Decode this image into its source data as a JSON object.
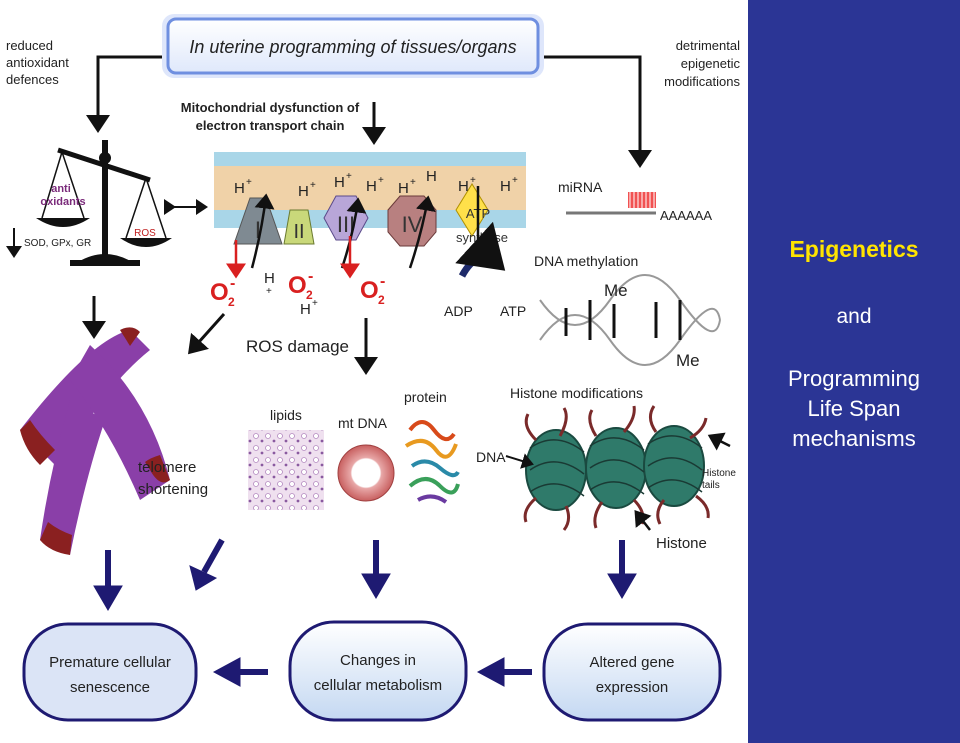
{
  "colors": {
    "slide_background": "#2b3595",
    "title_yellow": "#ffe400",
    "arrow_navy": "#1e1a72",
    "membrane_blue": "#a9d6e8",
    "membrane_tan": "#f0d2a8",
    "ros_red": "#d92020",
    "chromosome_purple": "#8a3fa8",
    "nucleosome_teal": "#2f7a6a"
  },
  "slide": {
    "title": "Epigenetics",
    "and": "and",
    "subtitle_lines": [
      "Programming",
      "Life Span",
      "mechanisms"
    ]
  },
  "diagram": {
    "header": "In uterine programming of tissues/organs",
    "left_label": [
      "reduced",
      "antioxidant",
      "defences"
    ],
    "right_label": [
      "detrimental",
      "epigenetic",
      "modifications"
    ],
    "mito_label": [
      "Mitochondrial dysfunction of",
      "electron transport chain"
    ],
    "scale": {
      "left_pan": [
        "anti",
        "oxidants"
      ],
      "right_pan": "ROS",
      "enzymes": "SOD, GPx, GR"
    },
    "complexes": [
      "I",
      "II",
      "III",
      "IV"
    ],
    "atp_synthase": [
      "ATP",
      "synthase"
    ],
    "proton": "H",
    "proton_charge": "+",
    "superoxide": "O",
    "superoxide_sub": "2",
    "superoxide_charge": "-",
    "adp": "ADP",
    "atp": "ATP",
    "mirna": "miRNA",
    "poly_a": "AAAAAA",
    "dna_methylation": "DNA  methylation",
    "methyl": "Me",
    "ros_damage": "ROS damage",
    "lipids": "lipids",
    "mt_dna": "mt DNA",
    "protein": "protein",
    "histone_modifications": "Histone modifications",
    "dna": "DNA",
    "histone_tails": [
      "Histone",
      "tails"
    ],
    "histone": "Histone",
    "telomere": [
      "telomere",
      "shortening"
    ],
    "outcomes": [
      [
        "Premature cellular",
        "senescence"
      ],
      [
        "Changes in",
        "cellular metabolism"
      ],
      [
        "Altered gene",
        "expression"
      ]
    ]
  }
}
